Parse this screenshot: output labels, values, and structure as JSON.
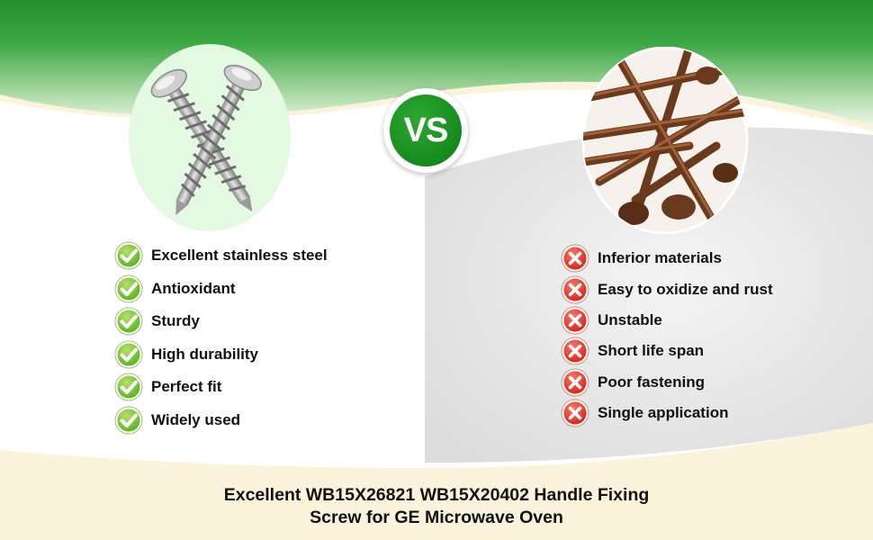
{
  "vs_label": "VS",
  "pros": [
    {
      "label": "Excellent stainless steel",
      "icon": "check-icon"
    },
    {
      "label": "Antioxidant",
      "icon": "check-icon"
    },
    {
      "label": "Sturdy",
      "icon": "check-icon"
    },
    {
      "label": "High durability",
      "icon": "check-icon"
    },
    {
      "label": "Perfect fit",
      "icon": "check-icon"
    },
    {
      "label": "Widely used",
      "icon": "check-icon"
    }
  ],
  "cons": [
    {
      "label": "Inferior materials",
      "icon": "cross-icon"
    },
    {
      "label": "Easy to oxidize and rust",
      "icon": "cross-icon"
    },
    {
      "label": "Unstable",
      "icon": "cross-icon"
    },
    {
      "label": "Short life span",
      "icon": "cross-icon"
    },
    {
      "label": "Poor fastening",
      "icon": "cross-icon"
    },
    {
      "label": "Single application",
      "icon": "cross-icon"
    }
  ],
  "footer": {
    "line1": "Excellent WB15X26821 WB15X20402 Handle Fixing",
    "line2": "Screw for GE Microwave Oven"
  },
  "colors": {
    "header_green": "#2a9a36",
    "check_green": "#5fb424",
    "cross_red": "#d9261c",
    "panel_gray": "#e1e1e1",
    "cream": "#fbf3dc"
  }
}
